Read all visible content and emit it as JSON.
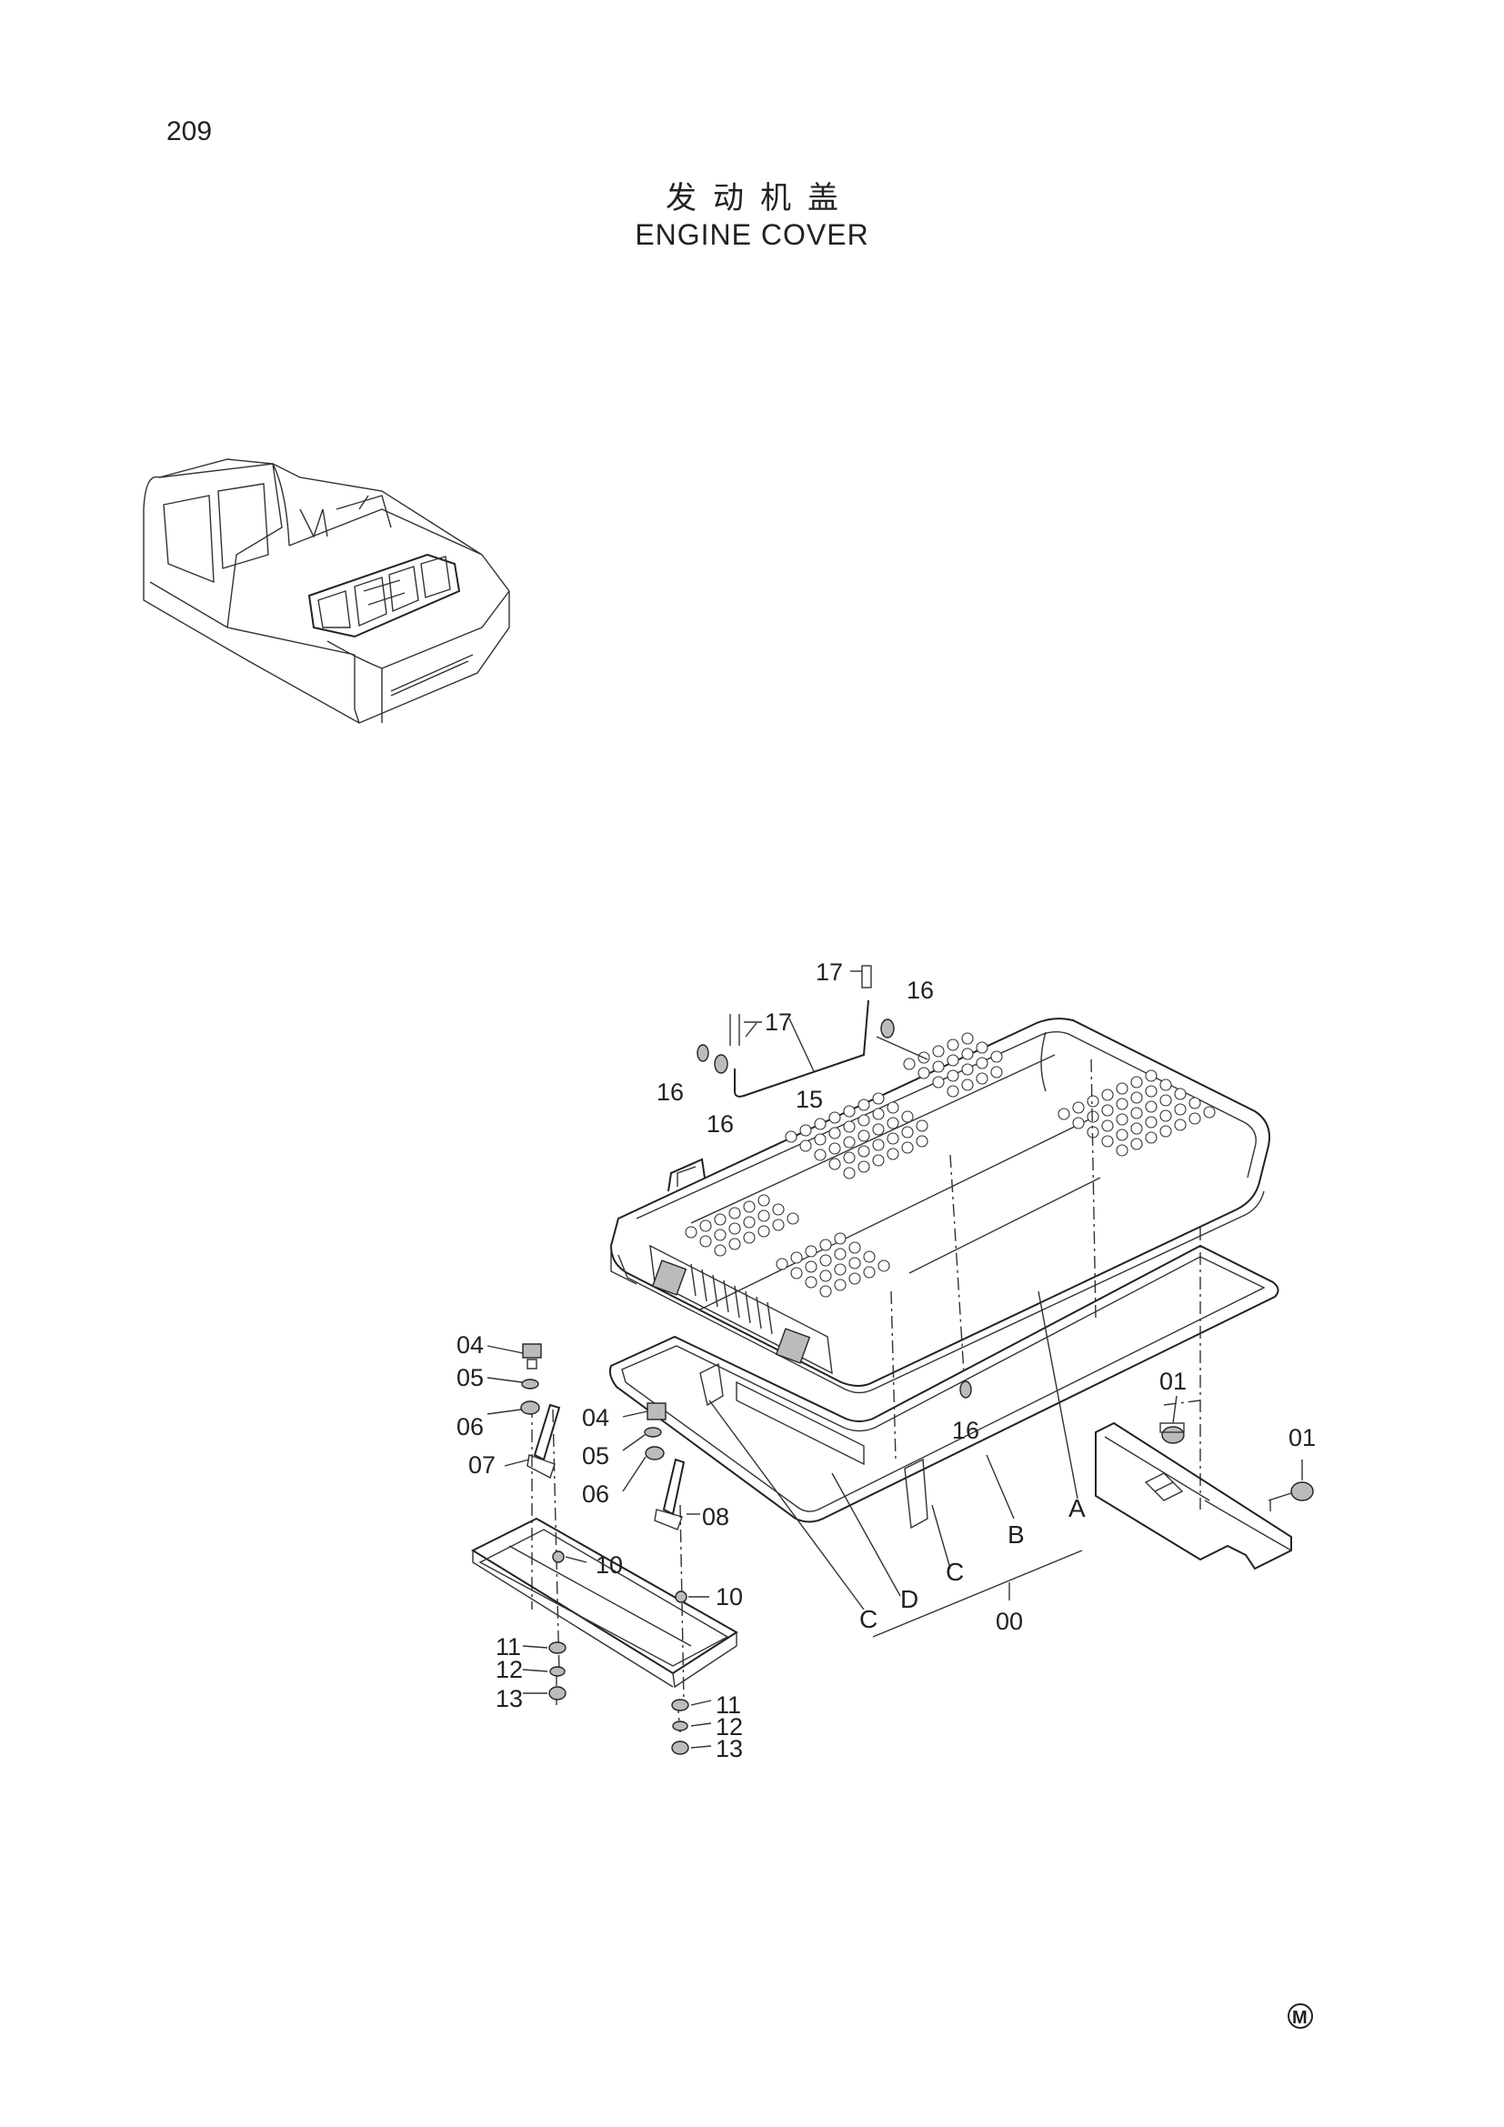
{
  "page_number": "209",
  "title_cn": "发动机盖",
  "title_en": "ENGINE COVER",
  "labels": {
    "p00": "00",
    "p01a": "01",
    "p01b": "01",
    "p04a": "04",
    "p04b": "04",
    "p05a": "05",
    "p05b": "05",
    "p06a": "06",
    "p06b": "06",
    "p07": "07",
    "p08": "08",
    "p10a": "10",
    "p10b": "10",
    "p11a": "11",
    "p11b": "11",
    "p12a": "12",
    "p12b": "12",
    "p13a": "13",
    "p13b": "13",
    "p15": "15",
    "p16a": "16",
    "p16b": "16",
    "p16c": "16",
    "p16d": "16",
    "p17a": "17",
    "p17b": "17",
    "A": "A",
    "B": "B",
    "C1": "C",
    "C2": "C",
    "D": "D"
  },
  "corner_mark": "M"
}
